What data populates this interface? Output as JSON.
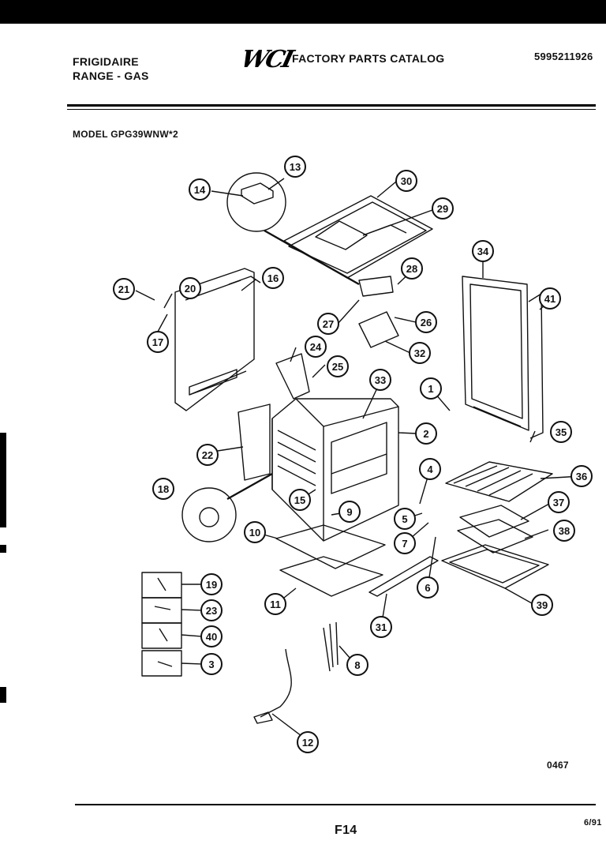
{
  "header": {
    "brand": "FRIGIDAIRE",
    "product": "RANGE - GAS",
    "logo_text": "WCI",
    "catalog_title": "FACTORY PARTS CATALOG",
    "catalog_number": "5995211926",
    "model": "MODEL GPG39WNW*2"
  },
  "footer": {
    "drawing_code": "0467",
    "page": "F14",
    "date": "6/91"
  },
  "callouts": [
    "1",
    "2",
    "3",
    "4",
    "5",
    "6",
    "7",
    "8",
    "9",
    "10",
    "11",
    "12",
    "13",
    "14",
    "15",
    "16",
    "17",
    "18",
    "19",
    "20",
    "21",
    "22",
    "23",
    "24",
    "25",
    "26",
    "27",
    "28",
    "29",
    "30",
    "31",
    "32",
    "33",
    "34",
    "35",
    "36",
    "37",
    "38",
    "39",
    "40",
    "41"
  ]
}
